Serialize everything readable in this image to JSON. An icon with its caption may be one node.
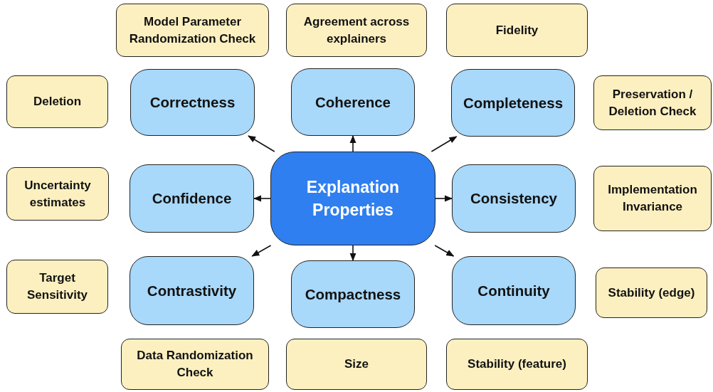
{
  "diagram": {
    "nodes": [
      {
        "text": [
          "Model Parameter Randomization Check"
        ]
      },
      {
        "text": [
          "Agreement across explainers"
        ]
      },
      {
        "text": [
          "Fidelity"
        ]
      },
      {
        "text": [
          "Deletion"
        ]
      },
      {
        "text": [
          "Correctness"
        ]
      },
      {
        "text": [
          "Coherence"
        ]
      },
      {
        "text": [
          "Completeness"
        ]
      },
      {
        "text": [
          "Preservation / Deletion Check"
        ]
      },
      {
        "text": [
          "Uncertainty estimates"
        ]
      },
      {
        "text": [
          "Confidence"
        ]
      },
      {
        "text": [
          "Explanation Properties"
        ]
      },
      {
        "text": [
          "Consistency"
        ]
      },
      {
        "text": [
          "Implementation Invariance"
        ]
      },
      {
        "text": [
          "Target Sensitivity"
        ]
      },
      {
        "text": [
          "Contrastivity"
        ]
      },
      {
        "text": [
          "Compactness"
        ]
      },
      {
        "text": [
          "Continuity"
        ]
      },
      {
        "text": [
          "Stability (edge)"
        ]
      },
      {
        "text": [
          "Data Randomization Check"
        ]
      },
      {
        "text": [
          "Size"
        ]
      },
      {
        "text": [
          "Stability (feature)"
        ]
      }
    ],
    "edges": [
      {
        "from": 10,
        "to": 4,
        "arrow": "to"
      },
      {
        "from": 10,
        "to": 5,
        "arrow": "to"
      },
      {
        "from": 10,
        "to": 6,
        "arrow": "to"
      },
      {
        "from": 10,
        "to": 9,
        "arrow": "to"
      },
      {
        "from": 10,
        "to": 11,
        "arrow": "to"
      },
      {
        "from": 10,
        "to": 14,
        "arrow": "to"
      },
      {
        "from": 10,
        "to": 15,
        "arrow": "to"
      },
      {
        "from": 10,
        "to": 16,
        "arrow": "to"
      }
    ]
  }
}
